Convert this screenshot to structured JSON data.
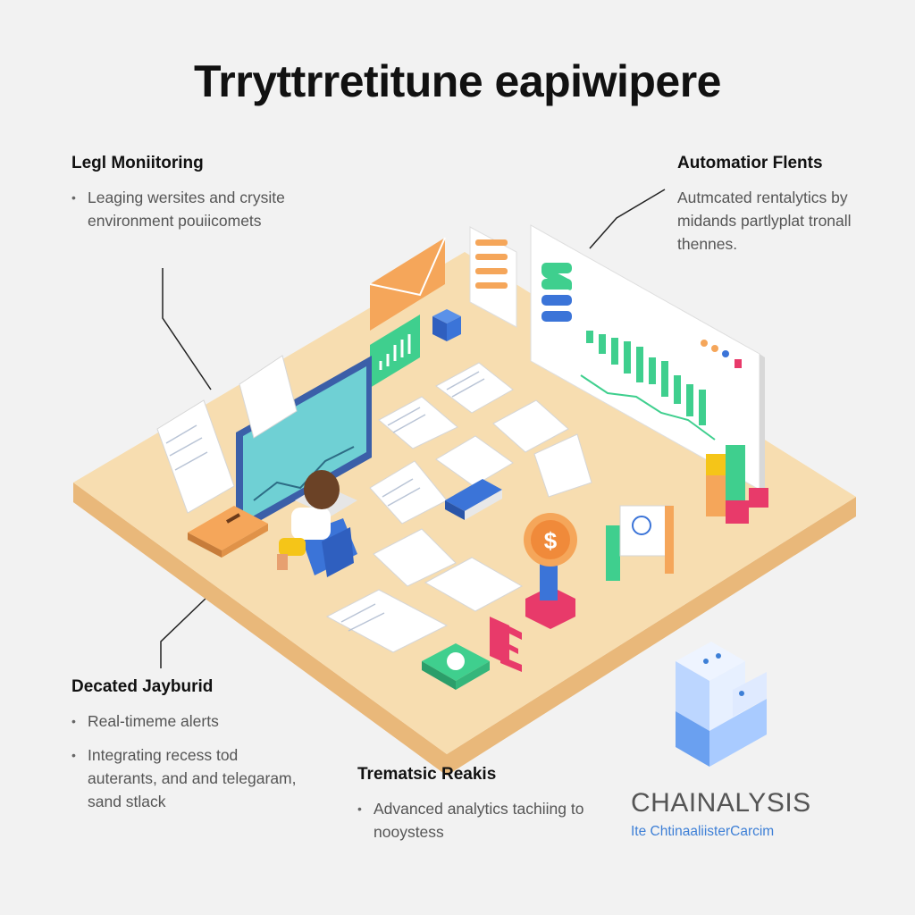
{
  "title": "Trryttrretitune eapiwipere",
  "callouts": {
    "legal": {
      "heading": "Legl Moniitoring",
      "bullets": [
        "Leaging wersites and crysite environment pouiicomets"
      ]
    },
    "automation": {
      "heading": "Automatior Flents",
      "bullets": [
        "Autmcated rentalytics by midands partlyplat tronall thennes."
      ]
    },
    "dashboard": {
      "heading": "Decated Jayburid",
      "bullets": [
        "Real-timeme alerts",
        "Integrating recess tod auterants, and and telegaram, sand stlack"
      ]
    },
    "thematic": {
      "heading": "Trematsic Reakis",
      "bullets": [
        "Advanced analytics tachiing to nooystess"
      ]
    }
  },
  "brand": {
    "name": "CHAINALYSIS",
    "tagline": "Ite ChtinaaliisterCarcim"
  },
  "icons": [
    "envelope-icon",
    "dollar-coin-icon",
    "cube-stack-icon",
    "book-icon",
    "chart-panel-icon"
  ],
  "colors": {
    "platform": "#f7ddb0",
    "platform_edge": "#e9b87a",
    "accent_green": "#3fcf8e",
    "accent_blue": "#3b74d8",
    "accent_orange": "#f5a65a",
    "accent_pink": "#e83a6a",
    "brand_blue": "#3d7fd6"
  }
}
